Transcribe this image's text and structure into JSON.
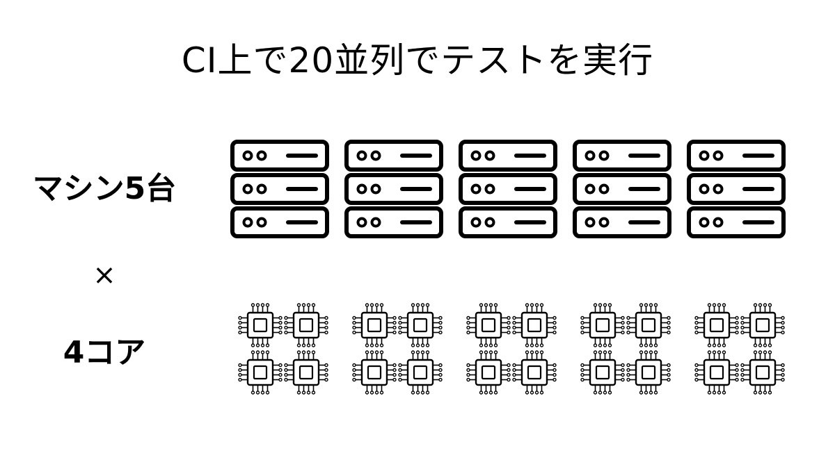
{
  "title": "CI上で20並列でテストを実行",
  "rows": {
    "machines_label": "マシン5台",
    "operator": "×",
    "cores_label": "4コア"
  },
  "icons": {
    "server": "server-rack-icon",
    "cpu": "cpu-chip-icon"
  },
  "colors": {
    "ink": "#000000",
    "background": "#ffffff"
  },
  "counts": {
    "machines": 5,
    "cores_per_machine": 4
  }
}
